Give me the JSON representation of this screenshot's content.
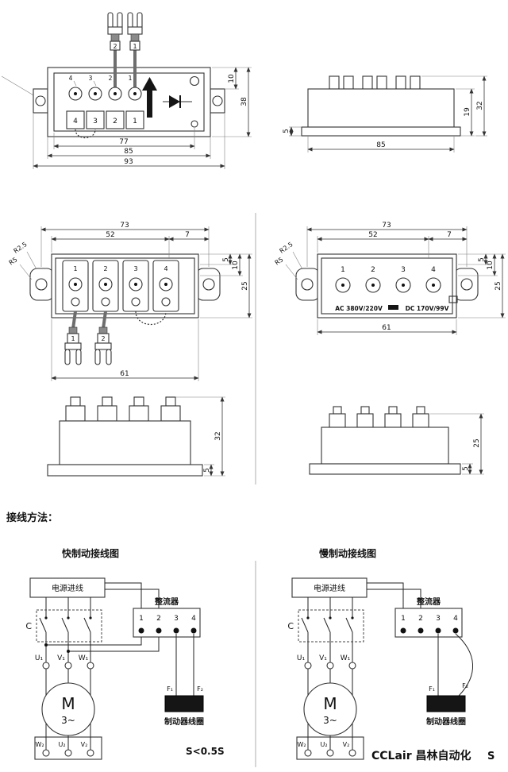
{
  "colors": {
    "accent": "#f07300",
    "line": "#333333"
  },
  "views": {
    "top_front": {
      "fork_labels": [
        "2",
        "1"
      ],
      "tag_numbers": [
        "4",
        "3",
        "2",
        "1"
      ],
      "slot_numbers": [
        "4",
        "3",
        "2",
        "1"
      ],
      "dims": {
        "inner_width": "77",
        "mid_width": "85",
        "outer_width": "93",
        "tab_height": "10",
        "total_height": "38"
      }
    },
    "top_side": {
      "dims": {
        "width": "85",
        "base": "5",
        "body": "19",
        "total": "32"
      }
    },
    "mid_front_left": {
      "radius_small": "R2.5",
      "radius_large": "R5",
      "terminals": [
        "1",
        "2",
        "3",
        "4"
      ],
      "fork_labels": [
        "1",
        "2"
      ],
      "dims": {
        "outer_width": "73",
        "inner_width": "52",
        "side": "7",
        "d5": "5",
        "d10": "10",
        "d25": "25",
        "bottom_width": "61"
      }
    },
    "mid_front_right": {
      "radius_small": "R2.5",
      "radius_large": "R5",
      "terminals": [
        "1",
        "2",
        "3",
        "4"
      ],
      "ac_label": "AC 380V/220V",
      "dc_label": "DC 170V/99V",
      "dims": {
        "outer_width": "73",
        "inner_width": "52",
        "side": "7",
        "d5": "5",
        "d10": "10",
        "d25": "25",
        "bottom_width": "61"
      }
    },
    "side_left": {
      "dims": {
        "total": "32",
        "base": "5"
      }
    },
    "side_right": {
      "dims": {
        "total": "25",
        "base": "5"
      }
    }
  },
  "wiring": {
    "heading": "接线方法：",
    "fast": {
      "title": "快制动接线图",
      "power_in": "电源进线",
      "contactor": "C",
      "rectifier": "整流器",
      "rect_terminals": [
        "1",
        "2",
        "3",
        "4"
      ],
      "stator_top": [
        "U₁",
        "V₁",
        "W₁"
      ],
      "motor": "M",
      "motor_sub": "3~",
      "stator_bottom": [
        "W₂",
        "U₂",
        "V₂"
      ],
      "brake_terminals": [
        "F₁",
        "F₂"
      ],
      "brake_coil": "制动器线圈",
      "time": "S<0.5S"
    },
    "slow": {
      "title": "慢制动接线图",
      "power_in": "电源进线",
      "contactor": "C",
      "rectifier": "整流器",
      "rect_terminals": [
        "1",
        "2",
        "3",
        "4"
      ],
      "stator_top": [
        "U₁",
        "V₁",
        "W₁"
      ],
      "motor": "M",
      "motor_sub": "3~",
      "stator_bottom": [
        "W₂",
        "U₂",
        "V₂"
      ],
      "brake_terminals": [
        "F₁",
        "F₂"
      ],
      "brake_coil": "制动器线圈",
      "time": "S"
    },
    "watermark": "CCLair 昌林自动化"
  }
}
